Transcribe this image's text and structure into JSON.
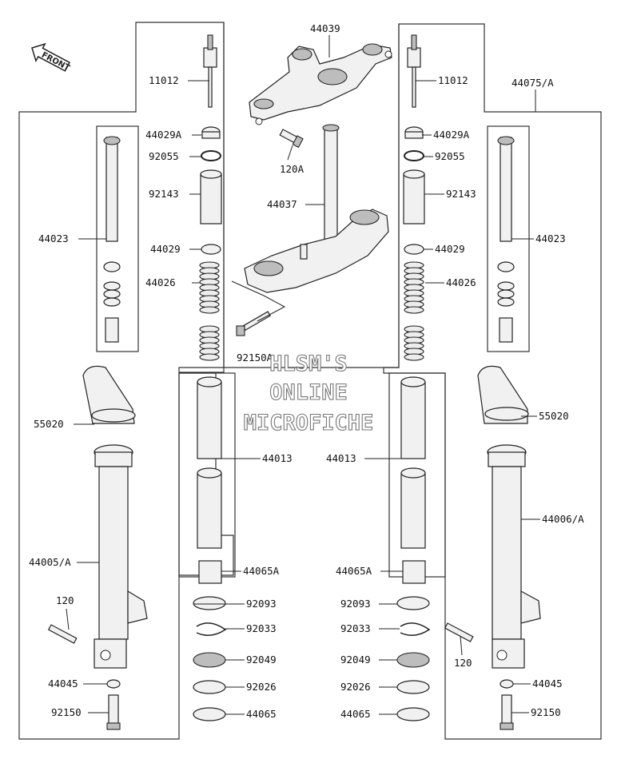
{
  "labels": {
    "p11012_l": "11012",
    "p11012_r": "11012",
    "p44039": "44039",
    "p44075a": "44075/A",
    "p44029a_l": "44029A",
    "p44029a_r": "44029A",
    "p92055_l": "92055",
    "p92055_r": "92055",
    "p120a": "120A",
    "p92143_l": "92143",
    "p92143_r": "92143",
    "p44037": "44037",
    "p44023_l": "44023",
    "p44023_r": "44023",
    "p44029_l": "44029",
    "p44029_r": "44029",
    "p44026_l": "44026",
    "p44026_r": "44026",
    "p92150_top": "92150A",
    "p55020_l": "55020",
    "p55020_r": "55020",
    "p44013_l": "44013",
    "p44013_r": "44013",
    "p44005a": "44005/A",
    "p44006a": "44006/A",
    "p44065a_l": "44065A",
    "p44065a_r": "44065A",
    "p92093_l": "92093",
    "p92093_r": "92093",
    "p92033_l": "92033",
    "p92033_r": "92033",
    "p120_l": "120",
    "p120_r": "120",
    "p92049_l": "92049",
    "p92049_r": "92049",
    "p92026_l": "92026",
    "p92026_r": "92026",
    "p44045_l": "44045",
    "p44045_r": "44045",
    "p92150_l": "92150",
    "p92150_r": "92150",
    "p44065_l": "44065",
    "p44065_r": "44065"
  },
  "front_badge": "FRONT",
  "watermark": [
    "HLSM'S",
    "ONLINE",
    "MICROFICHE"
  ]
}
